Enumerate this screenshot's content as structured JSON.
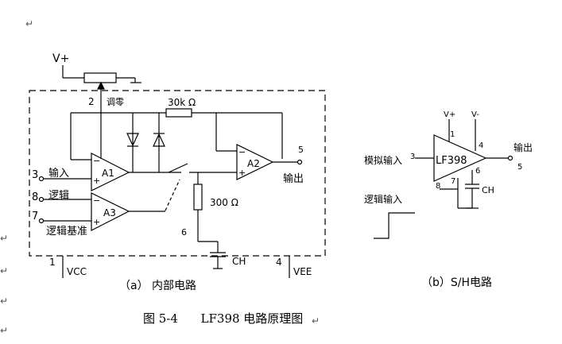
{
  "figure": {
    "caption": "图 5-4      LF398 电路原理图"
  },
  "left_diagram": {
    "subtitle": "（a）  内部电路",
    "supply_pos": "V+",
    "pin2": "2",
    "zero_adjust": "调零",
    "resistor_feedback": "30k Ω",
    "resistor_300": "300 Ω",
    "pin5": "5",
    "output_label": "输出",
    "pin3": "3",
    "input_label": "输入",
    "pin8": "8",
    "logic_label": "逻辑",
    "pin7": "7",
    "logic_ref_label": "逻辑基准",
    "pin6": "6",
    "cap_label": "CH",
    "pin1": "1",
    "vcc_label": "VCC",
    "pin4": "4",
    "vee_label": "VEE",
    "amp_a1": "A1",
    "amp_a2": "A2",
    "amp_a3": "A3"
  },
  "right_diagram": {
    "subtitle": "（b）S/H电路",
    "chip_name": "LF398",
    "vplus": "V+",
    "vminus": "V-",
    "pin1": "1",
    "pin4": "4",
    "pin3": "3",
    "pin8": "8",
    "pin7": "7",
    "pin6": "6",
    "pin5": "5",
    "analog_in": "模拟输入",
    "logic_in": "逻辑输入",
    "output_label": "输出",
    "cap_label": "CH"
  }
}
